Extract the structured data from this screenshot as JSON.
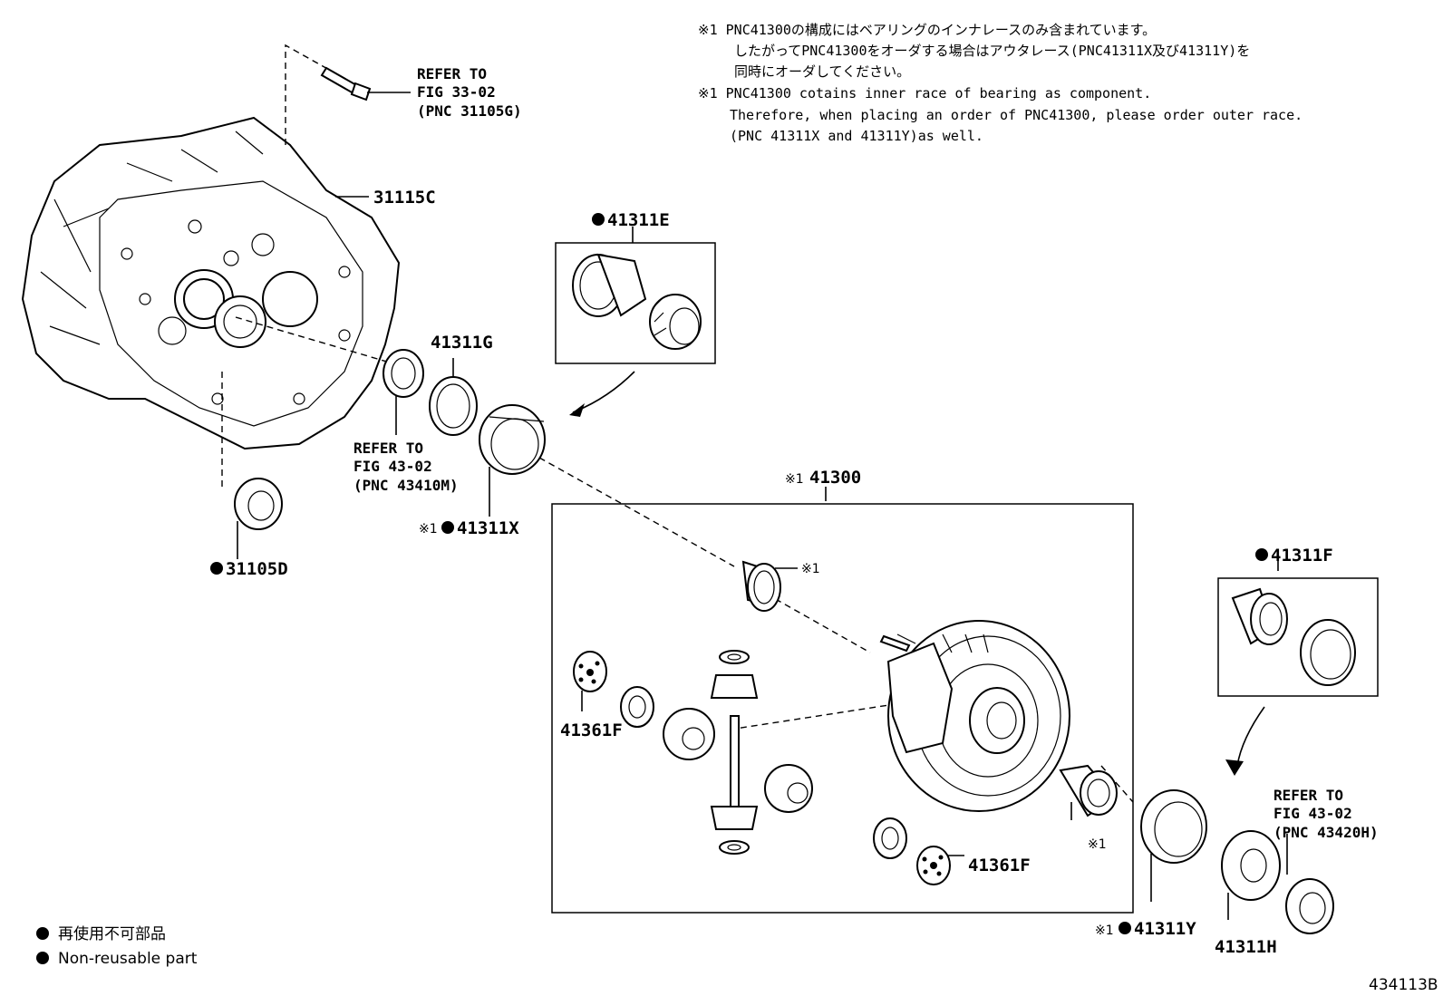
{
  "notes": {
    "jp_line1": "※1  PNC41300の構成にはベアリングのインナレースのみ含まれています。",
    "jp_line2": "したがってPNC41300をオーダする場合はアウタレース(PNC41311X及び41311Y)を",
    "jp_line3": "同時にオーダしてください。",
    "en_line1": "※1 PNC41300 cotains inner race of bearing as component.",
    "en_line2": "Therefore, when placing an order of PNC41300, please order outer race.",
    "en_line3": "(PNC 41311X and 41311Y)as well."
  },
  "labels": {
    "refer_31105g": [
      "REFER TO",
      "FIG 33-02",
      "(PNC 31105G)"
    ],
    "part_31115c": "31115C",
    "part_41311e": "41311E",
    "part_41311g": "41311G",
    "refer_43410m": [
      "REFER TO",
      "FIG 43-02",
      "(PNC 43410M)"
    ],
    "part_41311x": "41311X",
    "part_31105d": "31105D",
    "part_41300": "41300",
    "mark_ref": "※1",
    "part_41361f_left": "41361F",
    "part_41361f_right": "41361F",
    "part_41311f": "41311F",
    "refer_43420h": [
      "REFER TO",
      "FIG 43-02",
      "(PNC 43420H)"
    ],
    "part_41311y": "41311Y",
    "part_41311h": "41311H"
  },
  "legend": {
    "jp": "再使用不可部品",
    "en": "Non-reusable part"
  },
  "figure_id": "434113B"
}
